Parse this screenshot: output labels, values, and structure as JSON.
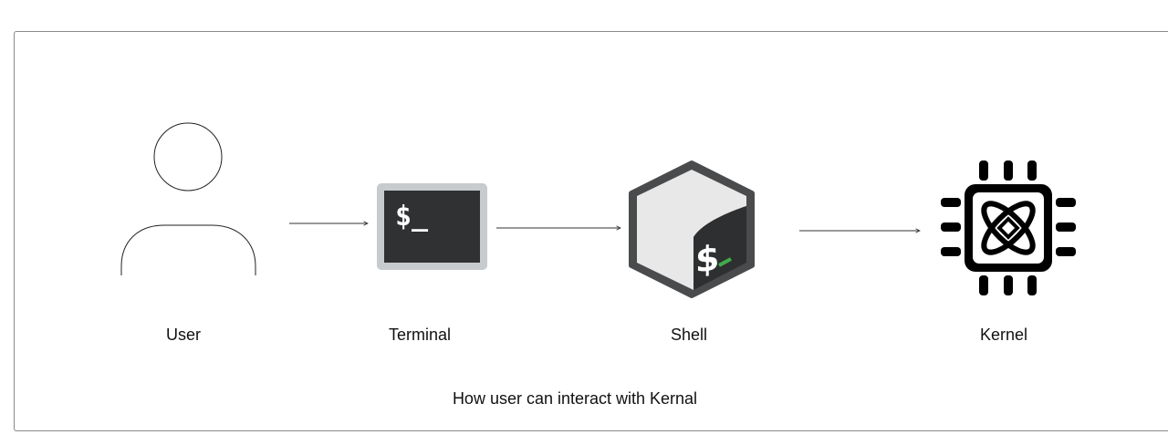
{
  "nodes": [
    {
      "id": "user",
      "label": "User",
      "icon": "user-icon"
    },
    {
      "id": "terminal",
      "label": "Terminal",
      "icon": "terminal-icon",
      "glyph": "$_"
    },
    {
      "id": "shell",
      "label": "Shell",
      "icon": "bash-shell-icon",
      "glyph": "$"
    },
    {
      "id": "kernel",
      "label": "Kernel",
      "icon": "cpu-chip-atom-icon"
    }
  ],
  "edges": [
    {
      "from": "user",
      "to": "terminal"
    },
    {
      "from": "terminal",
      "to": "shell"
    },
    {
      "from": "shell",
      "to": "kernel"
    }
  ],
  "caption": "How user can interact with Kernal",
  "colors": {
    "terminal_screen": "#2f3133",
    "terminal_bezel": "#c8cbcd",
    "shell_light": "#e8e8e8",
    "shell_dark": "#2e2f30",
    "shell_cursor": "#3fae49",
    "kernel_chip": "#000000"
  }
}
